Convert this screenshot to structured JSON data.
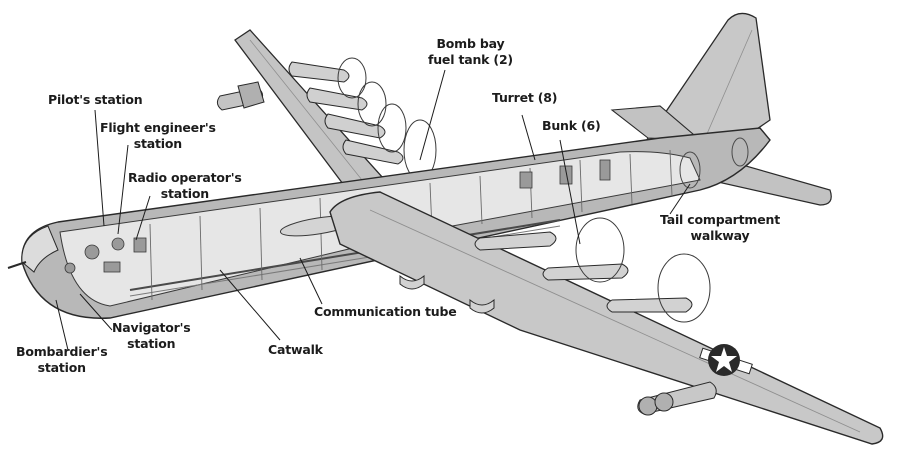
{
  "labels": {
    "bomb_bay_fuel_tank": [
      "Bomb bay",
      "fuel tank (2)"
    ],
    "pilots_station": [
      "Pilot's station"
    ],
    "flight_engineers_station": [
      "Flight engineer's",
      "station"
    ],
    "radio_operators_station": [
      "Radio operator's",
      "station"
    ],
    "turret": [
      "Turret (8)"
    ],
    "bunk": [
      "Bunk (6)"
    ],
    "tail_compartment_walkway": [
      "Tail compartment",
      "walkway"
    ],
    "communication_tube": [
      "Communication tube"
    ],
    "navigators_station": [
      "Navigator's",
      "station"
    ],
    "catwalk": [
      "Catwalk"
    ],
    "bombardiers_station": [
      "Bombardier's",
      "station"
    ]
  },
  "colors": {
    "ink": "#1c1c1c",
    "airframe": "#b4b4b4",
    "airframe_light": "#cdcdcd",
    "airframe_dark": "#8f8f8f",
    "interior": "#e6e6e6"
  }
}
